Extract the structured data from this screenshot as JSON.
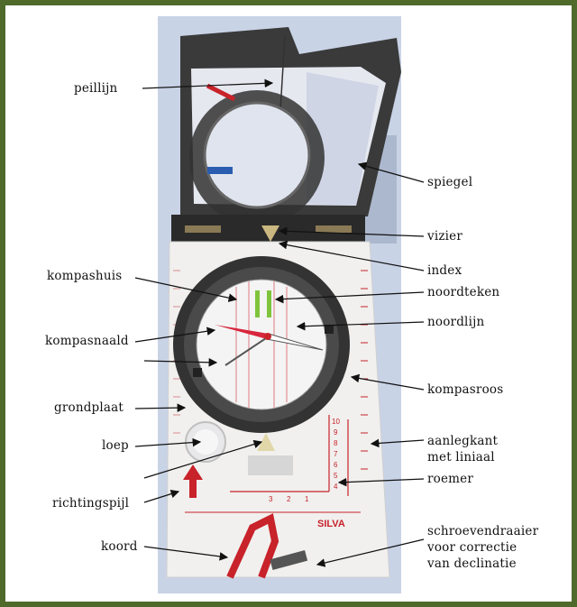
{
  "labels": {
    "peillijn": "peillijn",
    "spiegel": "spiegel",
    "vizier": "vizier",
    "index": "index",
    "kompashuis": "kompashuis",
    "noordteken": "noordteken",
    "noordlijn": "noordlijn",
    "kompasnaald": "kompasnaald",
    "kompasroos": "kompasroos",
    "grondplaat": "grondplaat",
    "loep": "loep",
    "aanlegkant": "aanlegkant\nmet liniaal",
    "richtingspijl": "richtingspijl",
    "roemer": "roemer",
    "koord": "koord",
    "schroevendraaier": "schroevendraaier\nvoor correctie\nvan declinatie"
  },
  "brand": "SILVA",
  "scale_numbers": [
    "10",
    "9",
    "8",
    "7",
    "6",
    "5",
    "4",
    "3",
    "2",
    "1"
  ],
  "colors": {
    "frame": "#4f6a2a",
    "sky": "#c9d3e6",
    "baseplate": "#f1f0ee",
    "scale_red": "#c8222a",
    "dial_ring": "#2c2c2c",
    "needle_red": "#d7263d",
    "noordteken_green": "#7fc43c"
  },
  "icons": [
    "arrow-icon",
    "compass-needle-icon",
    "direction-arrow-icon"
  ]
}
